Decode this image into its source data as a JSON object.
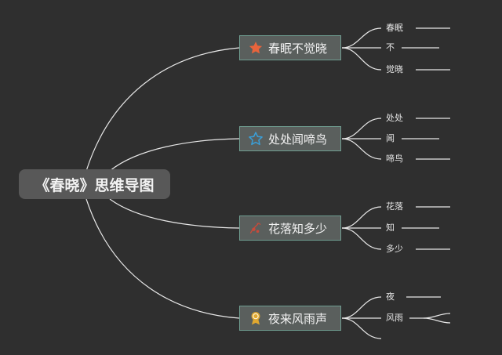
{
  "root": {
    "label": "《春晓》思维导图"
  },
  "branches": [
    {
      "label": "春眠不觉晓",
      "icon": "star-filled-icon",
      "icon_color": "#e8643c",
      "leaves": [
        "春眠",
        "不",
        "觉晓"
      ]
    },
    {
      "label": "处处闻啼鸟",
      "icon": "star-outline-icon",
      "icon_color": "#3a9fd8",
      "leaves": [
        "处处",
        "闻",
        "啼鸟"
      ]
    },
    {
      "label": "花落知多少",
      "icon": "fallen-flower-icon",
      "icon_color": "#c84a3a",
      "leaves": [
        "花落",
        "知",
        "多少"
      ]
    },
    {
      "label": "夜来风雨声",
      "icon": "award-ribbon-icon",
      "icon_color": "#e0a830",
      "leaves": [
        "夜",
        "风雨",
        ""
      ]
    }
  ],
  "colors": {
    "background": "#2f2f2f",
    "line": "#e8e8e8",
    "branch_border": "#6f9d90"
  }
}
